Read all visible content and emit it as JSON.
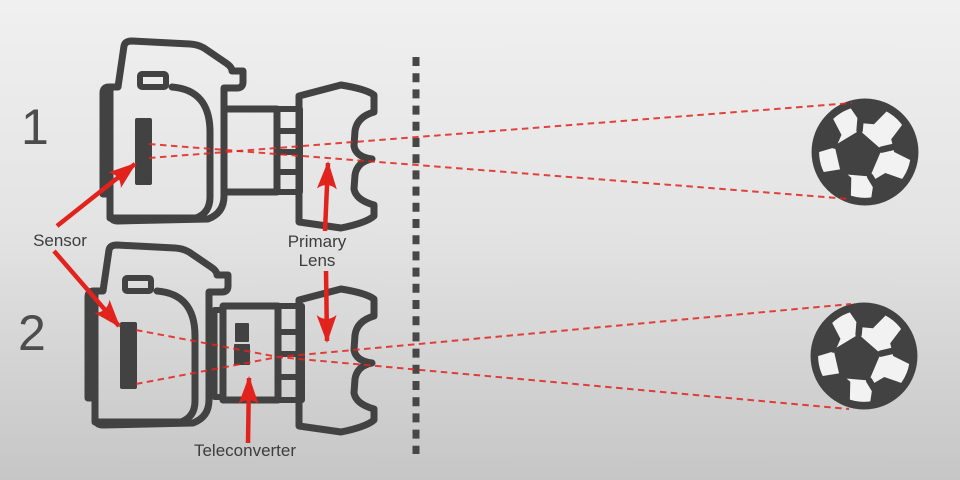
{
  "colors": {
    "outline": "#424242",
    "accent_red": "#e2231d",
    "label_text": "#3d3d3d",
    "number_text": "#4d4d4d",
    "bg_top": "#f0f0f0",
    "bg_mid": "#e3e3e3",
    "bg_bottom": "#c6c6c6",
    "ball_fill": "#f2f2f2"
  },
  "scene_numbers": {
    "camera_without_teleconverter": "1",
    "camera_with_teleconverter": "2"
  },
  "labels": {
    "sensor": "Sensor",
    "primary_lens": "Primary Lens",
    "teleconverter": "Teleconverter"
  }
}
